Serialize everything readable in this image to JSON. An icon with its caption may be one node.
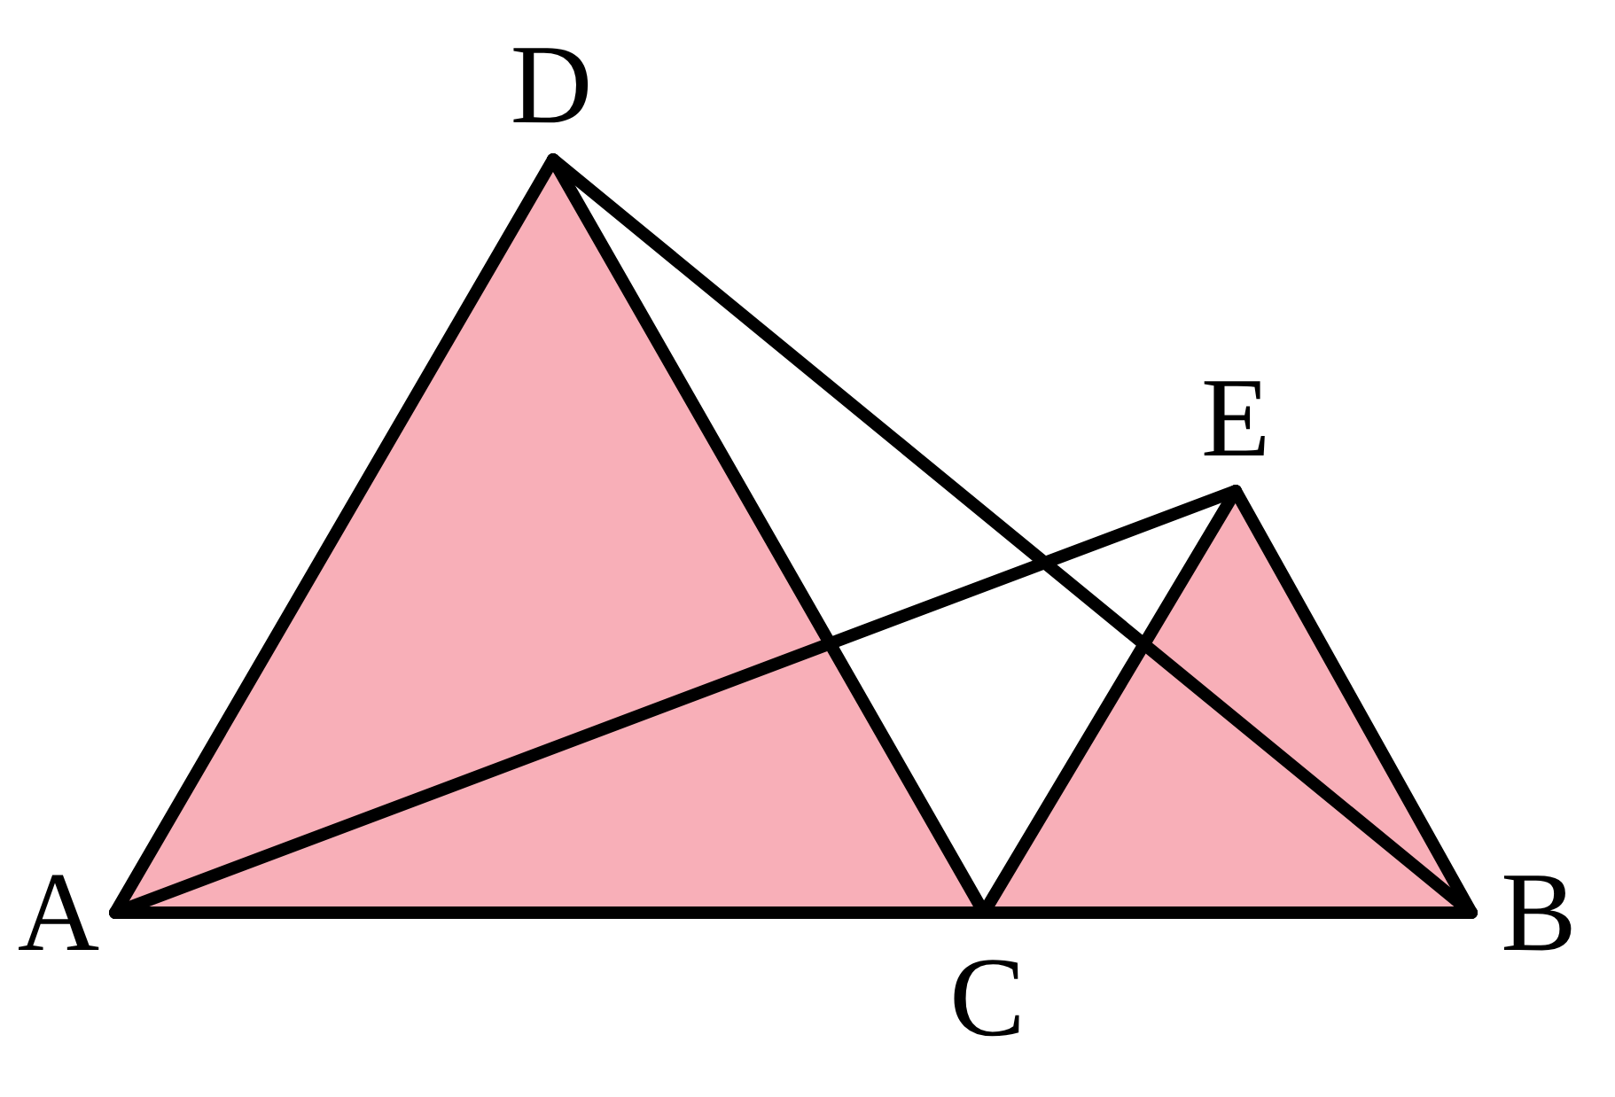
{
  "diagram": {
    "nodes": [
      {
        "text": [
          "D"
        ]
      },
      {
        "text": [
          "E"
        ]
      },
      {
        "text": [
          "A"
        ]
      },
      {
        "text": [
          "C"
        ]
      },
      {
        "text": [
          "B"
        ]
      }
    ],
    "edges": [
      {
        "from": 0,
        "to": 2,
        "arrow": "none"
      },
      {
        "from": 0,
        "to": 3,
        "arrow": "none"
      },
      {
        "from": 0,
        "to": 4,
        "arrow": "none"
      },
      {
        "from": 1,
        "to": 2,
        "arrow": "none"
      },
      {
        "from": 1,
        "to": 3,
        "arrow": "none"
      },
      {
        "from": 1,
        "to": 4,
        "arrow": "none"
      },
      {
        "from": 2,
        "to": 3,
        "arrow": "none"
      },
      {
        "from": 3,
        "to": 4,
        "arrow": "none"
      }
    ]
  }
}
